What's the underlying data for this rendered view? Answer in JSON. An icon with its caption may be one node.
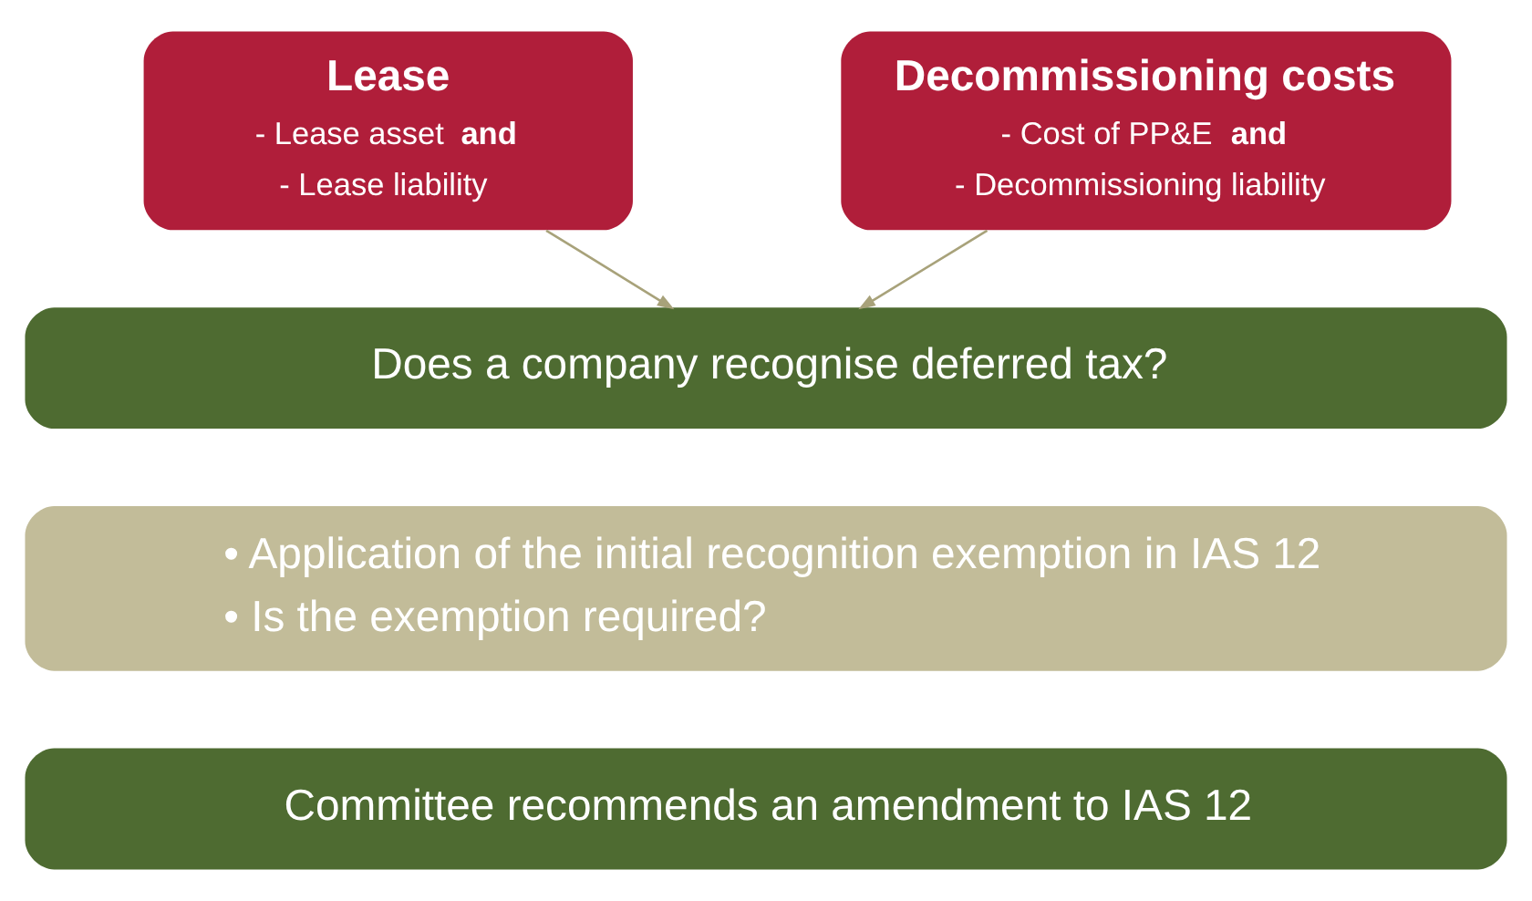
{
  "diagram": {
    "nodes": [
      {
        "text": [
          "Lease",
          "- Lease asset **and**",
          "- Lease liability"
        ]
      },
      {
        "text": [
          "Decommissioning costs",
          "- Cost of PP&E **and**",
          "- Decommissioning liability"
        ]
      },
      {
        "text": [
          "Does a company recognise deferred tax?"
        ]
      },
      {
        "text": [
          "• Application of the initial recognition exemption in IAS 12",
          "• Is the exemption required?"
        ]
      },
      {
        "text": [
          "Committee recommends an amendment to IAS 12"
        ]
      }
    ],
    "edges": [
      {
        "from": 0,
        "to": 2,
        "arrow": "to"
      },
      {
        "from": 1,
        "to": 2,
        "arrow": "to"
      }
    ]
  }
}
